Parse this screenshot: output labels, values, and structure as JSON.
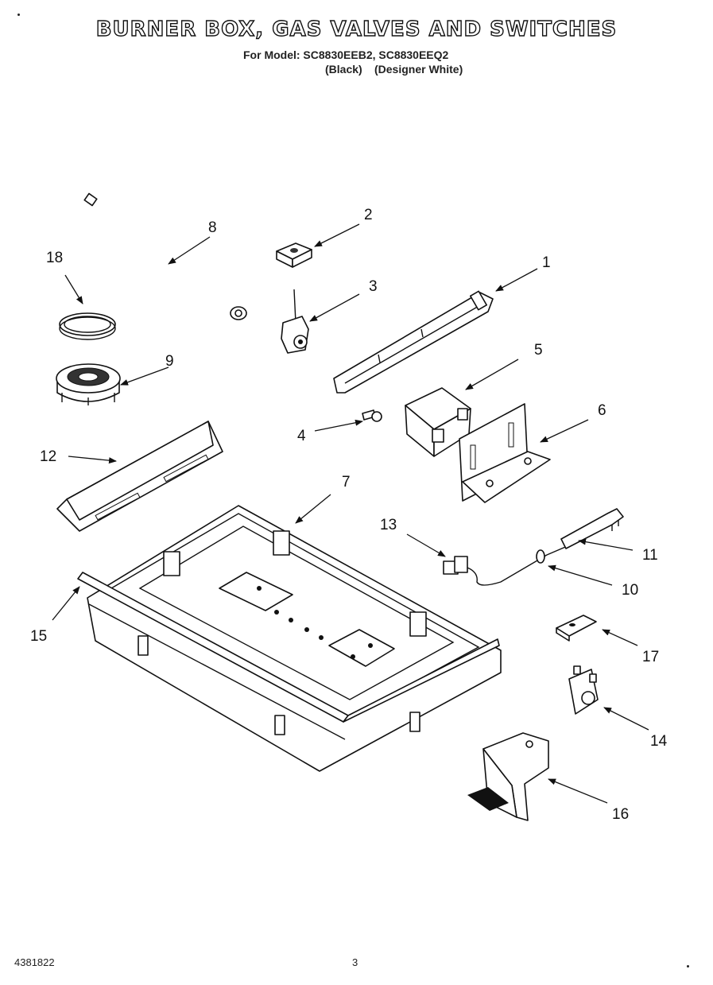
{
  "header": {
    "title": "BURNER BOX, GAS VALVES AND SWITCHES",
    "model_line": "For Model: SC8830EEB2, SC8830EEQ2",
    "variant_black": "(Black)",
    "variant_white": "(Designer White)"
  },
  "callouts": {
    "c1": "1",
    "c2": "2",
    "c3": "3",
    "c4": "4",
    "c5": "5",
    "c6": "6",
    "c7": "7",
    "c8": "8",
    "c9": "9",
    "c10": "10",
    "c11": "11",
    "c12": "12",
    "c13": "13",
    "c14": "14",
    "c15": "15",
    "c16": "16",
    "c17": "17",
    "c18": "18"
  },
  "footer": {
    "part_number": "4381822",
    "page_number": "3"
  }
}
